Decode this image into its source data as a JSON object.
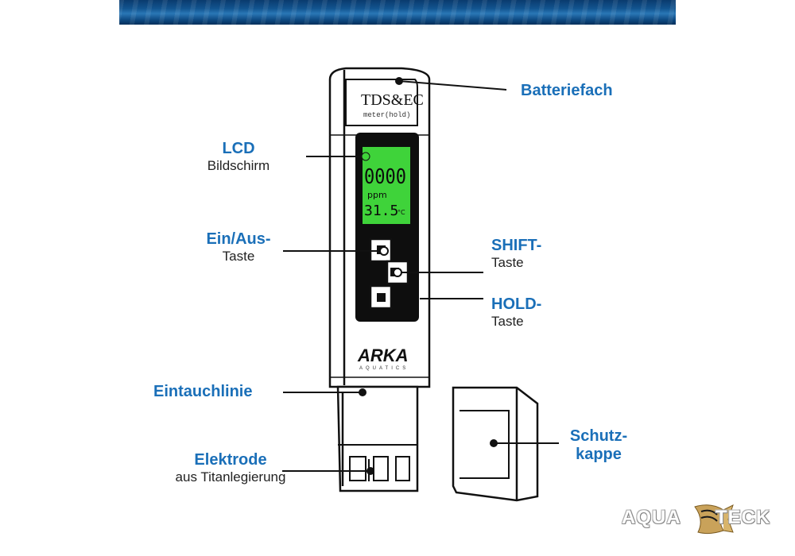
{
  "device": {
    "title": "TDS&EC",
    "subtitle": "meter(hold)",
    "lcd_value": "0000",
    "lcd_unit": "ppm",
    "lcd_temp": "31.5",
    "lcd_temp_unit": "°C",
    "brand": "ARKA",
    "brand_sub": "AQUATICS"
  },
  "labels": {
    "batteriefach": "Batteriefach",
    "lcd_title": "LCD",
    "lcd_sub": "Bildschirm",
    "einaus_title": "Ein/Aus-",
    "einaus_sub": "Taste",
    "shift_title": "SHIFT-",
    "shift_sub": "Taste",
    "hold_title": "HOLD-",
    "hold_sub": "Taste",
    "eintauch": "Eintauchlinie",
    "elektrode_title": "Elektrode",
    "elektrode_sub": "aus Titanlegierung",
    "schutz_line1": "Schutz-",
    "schutz_line2": "kappe"
  },
  "logo": {
    "part1": "AQUA",
    "part2": "TECK"
  },
  "colors": {
    "accent": "#1a6fb8",
    "lcd_green": "#3fd33a"
  }
}
